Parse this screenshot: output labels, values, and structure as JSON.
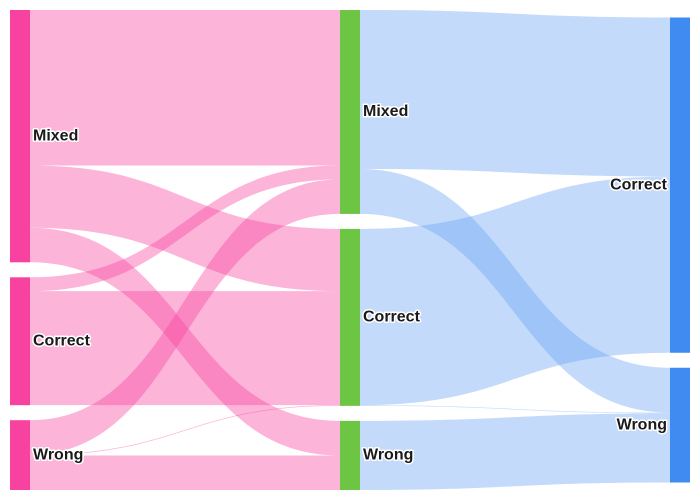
{
  "chart_data": {
    "type": "sankey",
    "title": "",
    "columns": [
      {
        "nodes": [
          {
            "id": "c0-mixed",
            "label": "Mixed",
            "color": "#f7439f"
          },
          {
            "id": "c0-correct",
            "label": "Correct",
            "color": "#f7439f"
          },
          {
            "id": "c0-wrong",
            "label": "Wrong",
            "color": "#f7439f"
          }
        ]
      },
      {
        "nodes": [
          {
            "id": "c1-mixed",
            "label": "Mixed",
            "color": "#6cc644"
          },
          {
            "id": "c1-correct",
            "label": "Correct",
            "color": "#6cc644"
          },
          {
            "id": "c1-wrong",
            "label": "Wrong",
            "color": "#6cc644"
          }
        ]
      },
      {
        "nodes": [
          {
            "id": "c2-correct",
            "label": "Correct",
            "color": "#3f8bf2"
          },
          {
            "id": "c2-wrong",
            "label": "Wrong",
            "color": "#3f8bf2"
          }
        ]
      }
    ],
    "links": [
      {
        "source": "c0-mixed",
        "target": "c1-mixed",
        "value": 22.5,
        "color": "#f7439f"
      },
      {
        "source": "c0-mixed",
        "target": "c1-correct",
        "value": 9,
        "color": "#f7439f"
      },
      {
        "source": "c0-mixed",
        "target": "c1-wrong",
        "value": 5,
        "color": "#f7439f"
      },
      {
        "source": "c0-correct",
        "target": "c1-mixed",
        "value": 2,
        "color": "#f7439f"
      },
      {
        "source": "c0-correct",
        "target": "c1-correct",
        "value": 16.5,
        "color": "#f7439f"
      },
      {
        "source": "c0-wrong",
        "target": "c1-mixed",
        "value": 5,
        "color": "#f7439f"
      },
      {
        "source": "c0-wrong",
        "target": "c1-correct",
        "value": 0.1,
        "color": "#f7439f"
      },
      {
        "source": "c0-wrong",
        "target": "c1-wrong",
        "value": 5,
        "color": "#f7439f"
      },
      {
        "source": "c1-mixed",
        "target": "c2-correct",
        "value": 23,
        "color": "#6aa3f5"
      },
      {
        "source": "c1-mixed",
        "target": "c2-wrong",
        "value": 6.5,
        "color": "#6aa3f5"
      },
      {
        "source": "c1-correct",
        "target": "c2-correct",
        "value": 25.5,
        "color": "#6aa3f5"
      },
      {
        "source": "c1-correct",
        "target": "c2-wrong",
        "value": 0.1,
        "color": "#6aa3f5"
      },
      {
        "source": "c1-wrong",
        "target": "c2-wrong",
        "value": 10,
        "color": "#6aa3f5"
      }
    ]
  }
}
